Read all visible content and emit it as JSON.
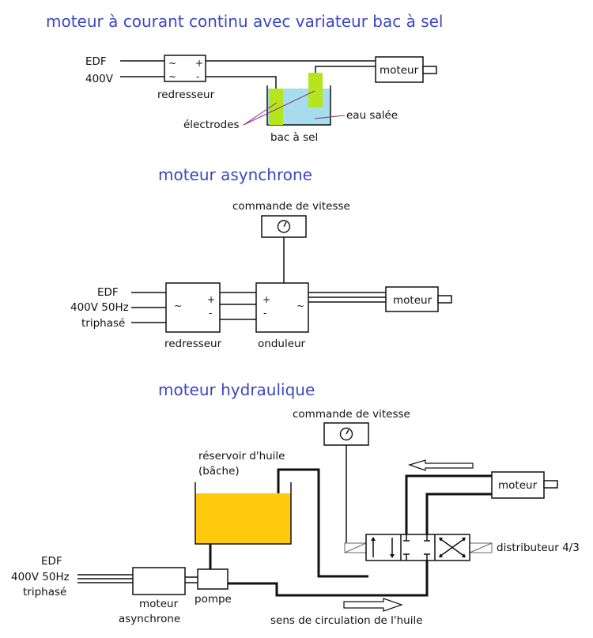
{
  "section1": {
    "title": "moteur à courant continu avec variateur bac à sel",
    "edf": "EDF",
    "voltage": "400V",
    "redresseur": "redresseur",
    "moteur": "moteur",
    "electrodes": "électrodes",
    "eau_salee": "eau salée",
    "bac_a_sel": "bac à sel",
    "sym_tilde": "~",
    "sym_plus": "+",
    "sym_minus": "-"
  },
  "section2": {
    "title": "moteur asynchrone",
    "commande": "commande de vitesse",
    "edf": "EDF",
    "voltage": "400V  50Hz",
    "triphase": "triphasé",
    "redresseur": "redresseur",
    "onduleur": "onduleur",
    "moteur": "moteur",
    "sym_tilde": "~",
    "sym_plus": "+",
    "sym_minus": "-"
  },
  "section3": {
    "title": "moteur hydraulique",
    "commande": "commande de vitesse",
    "reservoir_line1": "réservoir d'huile",
    "reservoir_line2": "(bâche)",
    "moteur": "moteur",
    "distributeur": "distributeur 4/3",
    "edf": "EDF",
    "voltage": "400V  50Hz",
    "triphase": "triphasé",
    "moteur_async_line1": "moteur",
    "moteur_async_line2": "asynchrone",
    "pompe": "pompe",
    "sens": "sens de circulation de l'huile"
  },
  "colors": {
    "title": "#3b47c4",
    "electrode": "#b5e61d",
    "salt_water": "#a6dcec",
    "oil": "#ffc90e",
    "leader_line": "#8a2a8a"
  }
}
